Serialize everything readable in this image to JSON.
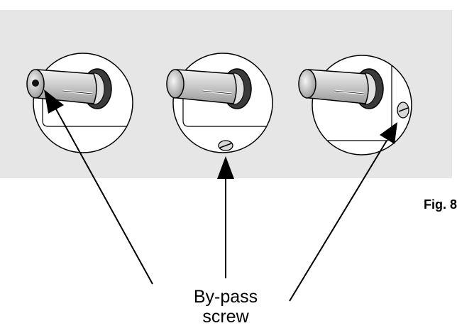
{
  "figure": {
    "label": "Fig. 8",
    "callout": {
      "line1": "By-pass",
      "line2": "screw"
    },
    "colors": {
      "panel": "#e6e6e6",
      "outline": "#000000",
      "knob_body": "#cfcfcf",
      "background": "#ffffff"
    },
    "icons": [
      "valve-knob",
      "by-pass-screw",
      "arrow"
    ]
  }
}
